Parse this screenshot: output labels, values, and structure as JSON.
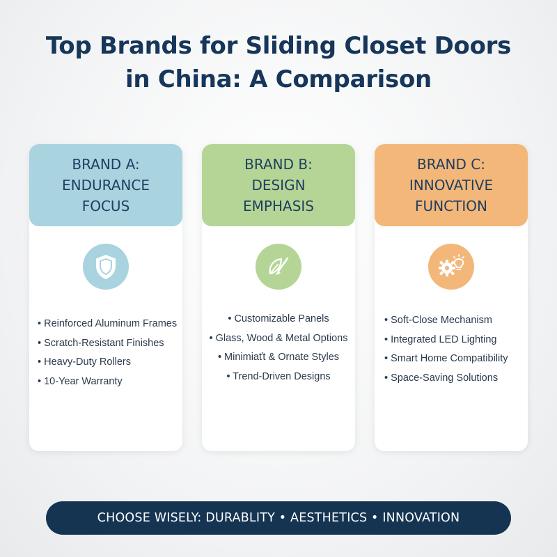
{
  "title": {
    "line1": "Top Brands for Sliding Closet Doors",
    "line2": "in China: A Comparison"
  },
  "cards": [
    {
      "heading": [
        "BRAND A:",
        "ENDURANCE",
        "FOCUS"
      ],
      "icon": "shield-icon",
      "color": "#a8d3df",
      "bullets": [
        "Reinforced Aluminum Frames",
        "Scratch-Resistant Finishes",
        "Heavy-Duty Rollers",
        "10-Year Warranty"
      ]
    },
    {
      "heading": [
        "BRAND B:",
        "DESIGN",
        "EMPHASIS"
      ],
      "icon": "leaf-brush-icon",
      "color": "#b4d595",
      "bullets": [
        "Customizable Panels",
        "Glass, Wood & Metal Options",
        "Minimiaťt & Ornate Styles",
        "Trend-Driven Designs"
      ]
    },
    {
      "heading": [
        "BRAND C:",
        "INNOVATIVE",
        "FUNCTION"
      ],
      "icon": "gear-lightbulb-icon",
      "color": "#f3b77a",
      "bullets": [
        "Soft-Close Mechanism",
        "Integrated LED Lighting",
        "Smart Home Compatibility",
        "Space-Saving Solutions"
      ]
    }
  ],
  "footer": "CHOOSE WISELY: DURABLITY • AESTHETICS • INNOVATION"
}
